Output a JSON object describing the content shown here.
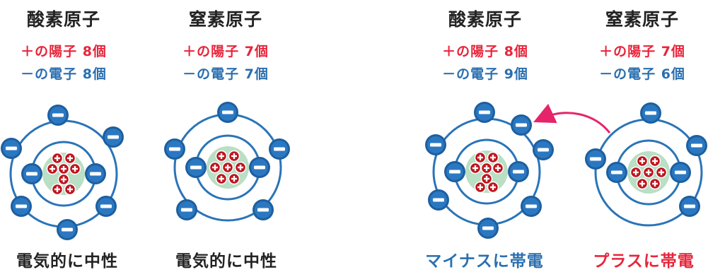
{
  "atoms": [
    {
      "title": "酸素原子",
      "protons": "＋の陽子 8個",
      "electrons": "－の電子 8個",
      "status": "電気的に中性"
    },
    {
      "title": "窒素原子",
      "protons": "＋の陽子 7個",
      "electrons": "－の電子 7個",
      "status": "電気的に中性"
    },
    {
      "title": "酸素原子",
      "protons": "＋の陽子 8個",
      "electrons": "－の電子 9個",
      "status": "マイナスに帯電"
    },
    {
      "title": "窒素原子",
      "protons": "＋の陽子 7個",
      "electrons": "－の電子 6個",
      "status": "プラスに帯電"
    }
  ],
  "colors": {
    "proton_text": "#e8243a",
    "electron_text": "#2a6fb0",
    "orbit": "#2a74b8",
    "nucleus": "#b9dfc4",
    "proton": "#c0141e"
  }
}
